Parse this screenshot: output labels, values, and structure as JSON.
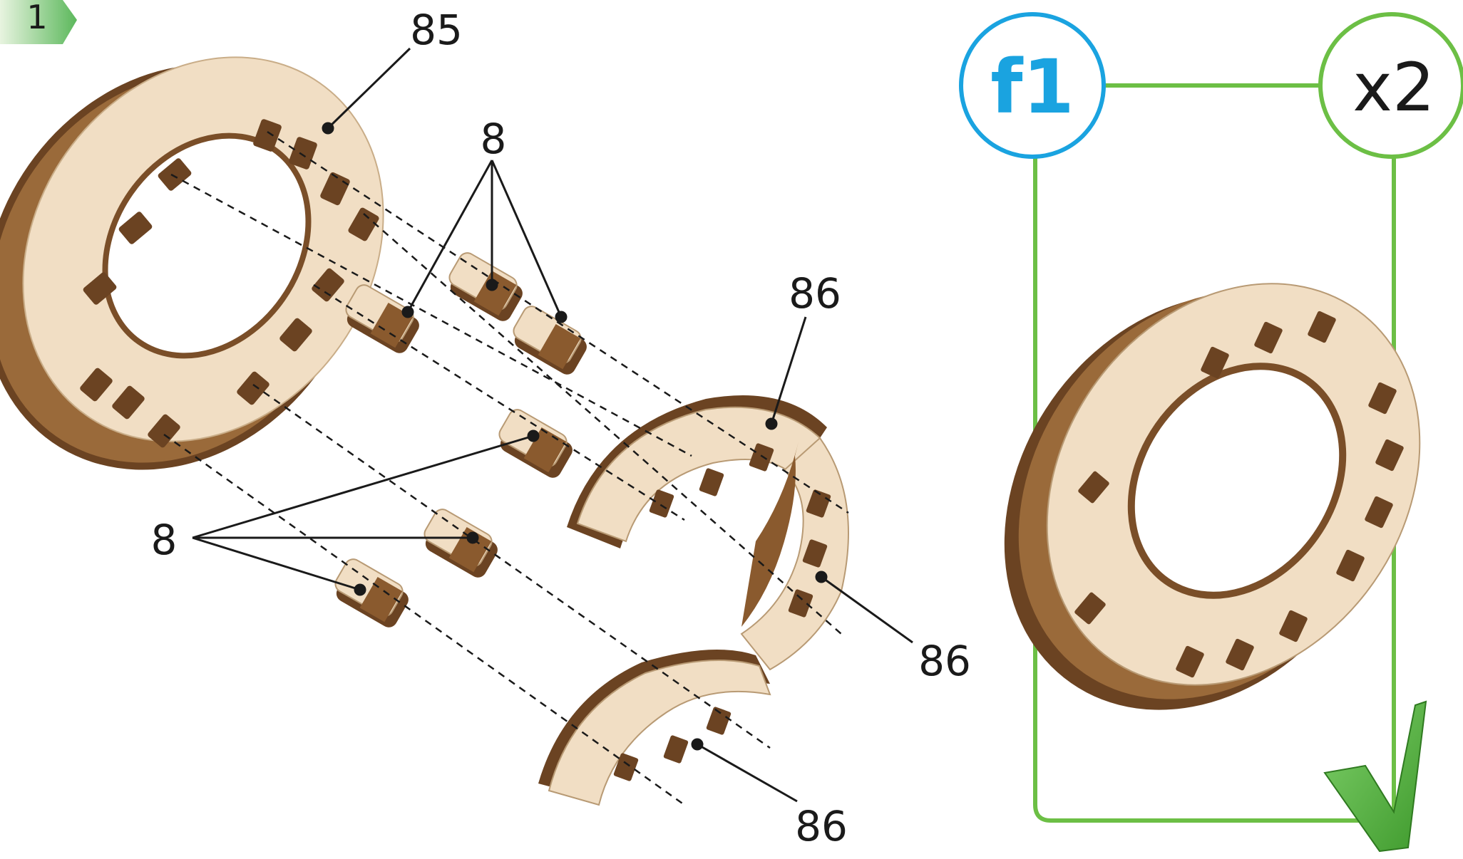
{
  "step_tab": {
    "label": "1",
    "color": "#5cb85c"
  },
  "part_labels": {
    "ring_top": "85",
    "connectors_top": "8",
    "connectors_left": "8",
    "half_ring_top": "86",
    "half_ring_right": "86",
    "half_ring_bottom": "86"
  },
  "result_panel": {
    "frame_badge": "f1",
    "quantity": "x2",
    "frame_color": "#6cbf45",
    "badge_color": "#1aa3e0",
    "check_icon": "check-mark-icon"
  },
  "colors": {
    "wood_face": "#f1dec4",
    "wood_dark": "#5a3a1e",
    "wood_mid": "#8a5a2e"
  }
}
